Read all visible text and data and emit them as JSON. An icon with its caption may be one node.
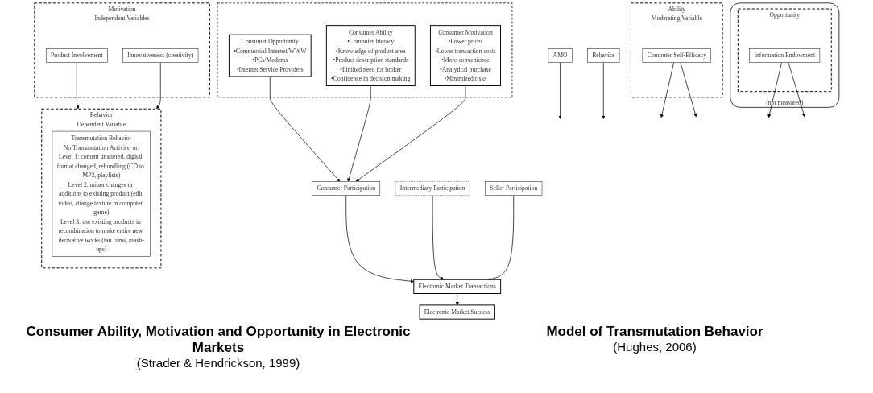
{
  "diagram": {
    "nodes": [
      {
        "text": [],
        "shape": "box"
      },
      {
        "text": [
          "Consumer Opportunity",
          "•Commercial Internet/WWW",
          "•PCs/Modems",
          "•Internet Service Providers"
        ],
        "in": 0
      },
      {
        "text": [
          "Consumer Ability",
          "•Computer literacy",
          "•Knowledge of product area",
          "•Product description standards",
          "•Limited need for broker",
          "•Confidence in decision making"
        ],
        "in": 0
      },
      {
        "text": [
          "Consumer Motivation",
          "•Lower prices",
          "•Lower transaction costs",
          "•More convenience",
          "•Analytical purchase",
          "•Minimized risks"
        ],
        "in": 0
      },
      {
        "text": [
          "AMO"
        ]
      },
      {
        "text": [
          "Behavior"
        ]
      },
      {
        "text": [
          "Consumer Participation"
        ]
      },
      {
        "text": [
          "Intermediary Participation"
        ]
      },
      {
        "text": [
          "Seller Participation"
        ]
      },
      {
        "text": [
          "Electronic Market Transactions"
        ]
      },
      {
        "text": [
          "Electronic Market Success"
        ]
      },
      {
        "text": [
          "Motivation"
        ],
        "beside": [
          "Independent Variables"
        ]
      },
      {
        "text": [
          "Product Involvement"
        ],
        "in": 11
      },
      {
        "text": [
          "Innovativeness (creativity)"
        ],
        "in": 11
      },
      {
        "text": [
          "Ability"
        ],
        "beside": [
          "Moderating Variable"
        ]
      },
      {
        "text": [
          "Computer Self-Efficacy"
        ],
        "in": 14
      },
      {
        "text": [],
        "shape": "box",
        "beside": [
          "(not measured)"
        ]
      },
      {
        "text": [
          "Opportunity"
        ],
        "in": 16
      },
      {
        "text": [
          "Information Endowment"
        ],
        "in": 17
      },
      {
        "text": [
          "Behavior"
        ],
        "beside": [
          "Dependent Variable"
        ]
      },
      {
        "text": [
          "Transmutation Behavior",
          "No Transmutation Activity, or:",
          "Level 1: content unaltered, digital format changed, rebundling (CD to MP3, playlists)",
          "Level 2: minor changes or additions to existing product (edit video, change texture in computer game)",
          "Level 3: use existing products in recombination to make entire new derivative works (fan films, mash-ups)"
        ],
        "in": 19
      }
    ],
    "edges": [
      {
        "from": 1,
        "to": 6,
        "arrow": "to"
      },
      {
        "from": 2,
        "to": 6,
        "arrow": "to"
      },
      {
        "from": 3,
        "to": 6,
        "arrow": "to"
      },
      {
        "from": 6,
        "to": 9,
        "arrow": "to"
      },
      {
        "from": 7,
        "to": 9,
        "arrow": "to"
      },
      {
        "from": 8,
        "to": 9,
        "arrow": "to"
      },
      {
        "from": 9,
        "to": 10,
        "arrow": "to"
      },
      {
        "from": 4,
        "to": null,
        "arrow": "to"
      },
      {
        "from": 5,
        "to": null,
        "arrow": "to"
      },
      {
        "from": 12,
        "to": 19,
        "arrow": "to"
      },
      {
        "from": 13,
        "to": 19,
        "arrow": "to"
      },
      {
        "from": 15,
        "to": null,
        "arrow": "to"
      },
      {
        "from": 15,
        "to": null,
        "arrow": "to"
      },
      {
        "from": 18,
        "to": null,
        "arrow": "to"
      },
      {
        "from": 18,
        "to": null,
        "arrow": "to"
      }
    ],
    "labels": [
      "Consumer Ability, Motivation and Opportunity in Electronic Markets",
      "(Strader & Hendrickson, 1999)",
      "Model of Transmutation Behavior",
      "(Hughes, 2006)"
    ]
  }
}
